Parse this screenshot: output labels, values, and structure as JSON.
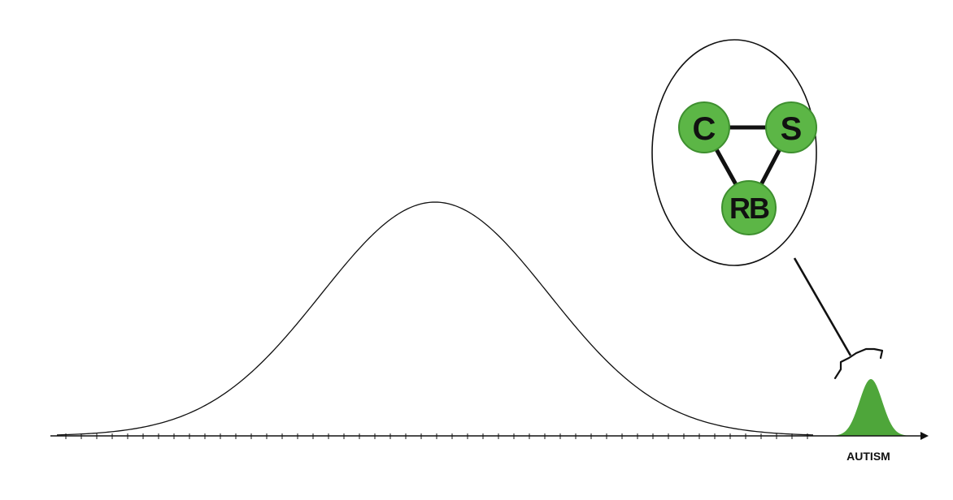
{
  "diagram": {
    "nodes": [
      {
        "id": "c",
        "label": "C"
      },
      {
        "id": "s",
        "label": "S"
      },
      {
        "id": "rb",
        "label": "RB"
      }
    ],
    "edges": [
      [
        "c",
        "s"
      ],
      [
        "c",
        "rb"
      ],
      [
        "s",
        "rb"
      ]
    ],
    "axis_label": "AUTISM",
    "colors": {
      "node_fill": "#5cb646",
      "node_stroke": "#3e8f2f",
      "autism_fill": "#4ea63a",
      "line": "#111111"
    }
  }
}
